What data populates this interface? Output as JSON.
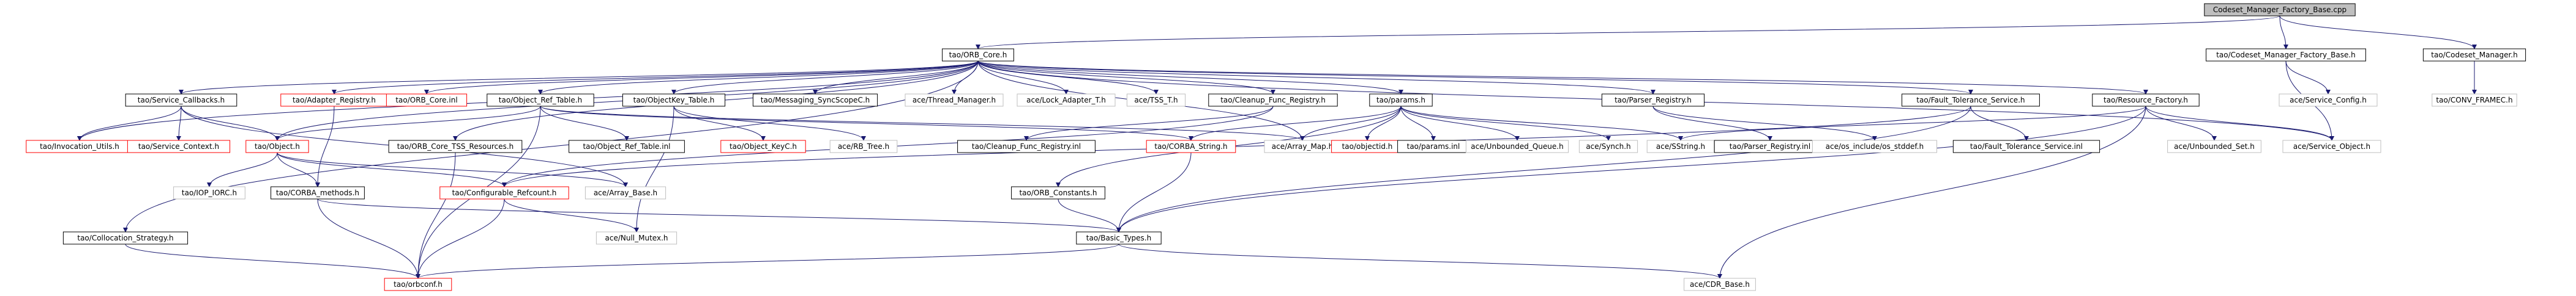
{
  "graph": {
    "nodes": [
      {
        "id": "root",
        "label": "Codeset_Manager_Factory_Base.cpp",
        "kind": "root"
      },
      {
        "id": "orb_core",
        "label": "tao/ORB_Core.h",
        "kind": "normal"
      },
      {
        "id": "cmfb_h",
        "label": "tao/Codeset_Manager_Factory_Base.h",
        "kind": "normal"
      },
      {
        "id": "cm_h",
        "label": "tao/Codeset_Manager.h",
        "kind": "normal"
      },
      {
        "id": "service_callbacks",
        "label": "tao/Service_Callbacks.h",
        "kind": "normal"
      },
      {
        "id": "adapter_registry",
        "label": "tao/Adapter_Registry.h",
        "kind": "missing"
      },
      {
        "id": "orb_core_inl",
        "label": "tao/ORB_Core.inl",
        "kind": "missing"
      },
      {
        "id": "object_ref_table",
        "label": "tao/Object_Ref_Table.h",
        "kind": "normal"
      },
      {
        "id": "objectkey_table",
        "label": "tao/ObjectKey_Table.h",
        "kind": "normal"
      },
      {
        "id": "messaging_syncscope",
        "label": "tao/Messaging_SyncScopeC.h",
        "kind": "normal"
      },
      {
        "id": "thread_manager",
        "label": "ace/Thread_Manager.h",
        "kind": "plain"
      },
      {
        "id": "lock_adapter",
        "label": "ace/Lock_Adapter_T.h",
        "kind": "plain"
      },
      {
        "id": "tss_t",
        "label": "ace/TSS_T.h",
        "kind": "plain"
      },
      {
        "id": "cleanup_func_registry",
        "label": "tao/Cleanup_Func_Registry.h",
        "kind": "normal"
      },
      {
        "id": "params",
        "label": "tao/params.h",
        "kind": "normal"
      },
      {
        "id": "parser_registry",
        "label": "tao/Parser_Registry.h",
        "kind": "normal"
      },
      {
        "id": "fault_tolerance_service",
        "label": "tao/Fault_Tolerance_Service.h",
        "kind": "normal"
      },
      {
        "id": "resource_factory",
        "label": "tao/Resource_Factory.h",
        "kind": "normal"
      },
      {
        "id": "service_config",
        "label": "ace/Service_Config.h",
        "kind": "plain"
      },
      {
        "id": "conv_frame",
        "label": "tao/CONV_FRAMEC.h",
        "kind": "plain"
      },
      {
        "id": "invocation_utils",
        "label": "tao/Invocation_Utils.h",
        "kind": "missing"
      },
      {
        "id": "service_context",
        "label": "tao/Service_Context.h",
        "kind": "missing"
      },
      {
        "id": "object_h",
        "label": "tao/Object.h",
        "kind": "missing"
      },
      {
        "id": "orb_core_tss",
        "label": "tao/ORB_Core_TSS_Resources.h",
        "kind": "normal"
      },
      {
        "id": "object_ref_table_inl",
        "label": "tao/Object_Ref_Table.inl",
        "kind": "normal"
      },
      {
        "id": "object_keyc",
        "label": "tao/Object_KeyC.h",
        "kind": "missing"
      },
      {
        "id": "rb_tree",
        "label": "ace/RB_Tree.h",
        "kind": "plain"
      },
      {
        "id": "cleanup_func_registry_inl",
        "label": "tao/Cleanup_Func_Registry.inl",
        "kind": "normal"
      },
      {
        "id": "corba_string",
        "label": "tao/CORBA_String.h",
        "kind": "missing"
      },
      {
        "id": "array_map",
        "label": "ace/Array_Map.h",
        "kind": "plain"
      },
      {
        "id": "objectid",
        "label": "tao/objectid.h",
        "kind": "missing"
      },
      {
        "id": "params_inl",
        "label": "tao/params.inl",
        "kind": "normal"
      },
      {
        "id": "unbounded_queue",
        "label": "ace/Unbounded_Queue.h",
        "kind": "plain"
      },
      {
        "id": "synch",
        "label": "ace/Synch.h",
        "kind": "plain"
      },
      {
        "id": "sstring",
        "label": "ace/SString.h",
        "kind": "plain"
      },
      {
        "id": "parser_registry_inl",
        "label": "tao/Parser_Registry.inl",
        "kind": "normal"
      },
      {
        "id": "os_stddef",
        "label": "ace/os_include/os_stddef.h",
        "kind": "plain"
      },
      {
        "id": "fault_tolerance_service_inl",
        "label": "tao/Fault_Tolerance_Service.inl",
        "kind": "normal"
      },
      {
        "id": "unbounded_set",
        "label": "ace/Unbounded_Set.h",
        "kind": "plain"
      },
      {
        "id": "service_object",
        "label": "ace/Service_Object.h",
        "kind": "plain"
      },
      {
        "id": "iop_iorc",
        "label": "tao/IOP_IORC.h",
        "kind": "plain"
      },
      {
        "id": "corba_methods",
        "label": "tao/CORBA_methods.h",
        "kind": "normal"
      },
      {
        "id": "configurable_refcount",
        "label": "tao/Configurable_Refcount.h",
        "kind": "missing"
      },
      {
        "id": "array_base",
        "label": "ace/Array_Base.h",
        "kind": "plain"
      },
      {
        "id": "orb_constants",
        "label": "tao/ORB_Constants.h",
        "kind": "normal"
      },
      {
        "id": "collocation_strategy",
        "label": "tao/Collocation_Strategy.h",
        "kind": "normal"
      },
      {
        "id": "null_mutex",
        "label": "ace/Null_Mutex.h",
        "kind": "plain"
      },
      {
        "id": "basic_types",
        "label": "tao/Basic_Types.h",
        "kind": "normal"
      },
      {
        "id": "orbconf",
        "label": "tao/orbconf.h",
        "kind": "missing"
      },
      {
        "id": "cdr_base",
        "label": "ace/CDR_Base.h",
        "kind": "plain"
      }
    ],
    "edges": [
      [
        "root",
        "orb_core"
      ],
      [
        "root",
        "cmfb_h"
      ],
      [
        "root",
        "cm_h"
      ],
      [
        "orb_core",
        "service_callbacks"
      ],
      [
        "orb_core",
        "adapter_registry"
      ],
      [
        "orb_core",
        "orb_core_inl"
      ],
      [
        "orb_core",
        "object_ref_table"
      ],
      [
        "orb_core",
        "objectkey_table"
      ],
      [
        "orb_core",
        "messaging_syncscope"
      ],
      [
        "orb_core",
        "thread_manager"
      ],
      [
        "orb_core",
        "lock_adapter"
      ],
      [
        "orb_core",
        "tss_t"
      ],
      [
        "orb_core",
        "cleanup_func_registry"
      ],
      [
        "orb_core",
        "params"
      ],
      [
        "orb_core",
        "parser_registry"
      ],
      [
        "orb_core",
        "fault_tolerance_service"
      ],
      [
        "orb_core",
        "resource_factory"
      ],
      [
        "orb_core",
        "invocation_utils"
      ],
      [
        "orb_core",
        "object_h"
      ],
      [
        "orb_core",
        "orb_core_tss"
      ],
      [
        "orb_core",
        "collocation_strategy"
      ],
      [
        "orb_core",
        "array_map"
      ],
      [
        "orb_core",
        "service_object"
      ],
      [
        "cmfb_h",
        "service_config"
      ],
      [
        "cmfb_h",
        "service_object"
      ],
      [
        "cm_h",
        "conv_frame"
      ],
      [
        "service_callbacks",
        "invocation_utils"
      ],
      [
        "service_callbacks",
        "service_context"
      ],
      [
        "service_callbacks",
        "object_h"
      ],
      [
        "service_callbacks",
        "array_base"
      ],
      [
        "adapter_registry",
        "corba_methods"
      ],
      [
        "object_ref_table",
        "object_h"
      ],
      [
        "object_ref_table",
        "object_ref_table_inl"
      ],
      [
        "object_ref_table",
        "corba_string"
      ],
      [
        "object_ref_table",
        "array_map"
      ],
      [
        "object_ref_table",
        "orbconf"
      ],
      [
        "objectkey_table",
        "object_keyc"
      ],
      [
        "objectkey_table",
        "rb_tree"
      ],
      [
        "objectkey_table",
        "null_mutex"
      ],
      [
        "cleanup_func_registry",
        "cleanup_func_registry_inl"
      ],
      [
        "cleanup_func_registry",
        "configurable_refcount"
      ],
      [
        "params",
        "corba_string"
      ],
      [
        "params",
        "array_map"
      ],
      [
        "params",
        "objectid"
      ],
      [
        "params",
        "params_inl"
      ],
      [
        "params",
        "unbounded_queue"
      ],
      [
        "params",
        "synch"
      ],
      [
        "params",
        "sstring"
      ],
      [
        "params",
        "orb_constants"
      ],
      [
        "parser_registry",
        "parser_registry_inl"
      ],
      [
        "parser_registry",
        "os_stddef"
      ],
      [
        "fault_tolerance_service",
        "fault_tolerance_service_inl"
      ],
      [
        "fault_tolerance_service",
        "basic_types"
      ],
      [
        "fault_tolerance_service",
        "configurable_refcount"
      ],
      [
        "resource_factory",
        "unbounded_set"
      ],
      [
        "resource_factory",
        "service_object"
      ],
      [
        "resource_factory",
        "basic_types"
      ],
      [
        "resource_factory",
        "cdr_base"
      ],
      [
        "resource_factory",
        "sstring"
      ],
      [
        "object_h",
        "iop_iorc"
      ],
      [
        "object_h",
        "corba_methods"
      ],
      [
        "object_h",
        "configurable_refcount"
      ],
      [
        "object_h",
        "array_base"
      ],
      [
        "corba_methods",
        "basic_types"
      ],
      [
        "corba_methods",
        "orbconf"
      ],
      [
        "configurable_refcount",
        "null_mutex"
      ],
      [
        "configurable_refcount",
        "orbconf"
      ],
      [
        "orb_constants",
        "basic_types"
      ],
      [
        "corba_string",
        "basic_types"
      ],
      [
        "collocation_strategy",
        "orbconf"
      ],
      [
        "basic_types",
        "cdr_base"
      ],
      [
        "basic_types",
        "orbconf"
      ],
      [
        "orb_core_tss",
        "orbconf"
      ]
    ]
  }
}
